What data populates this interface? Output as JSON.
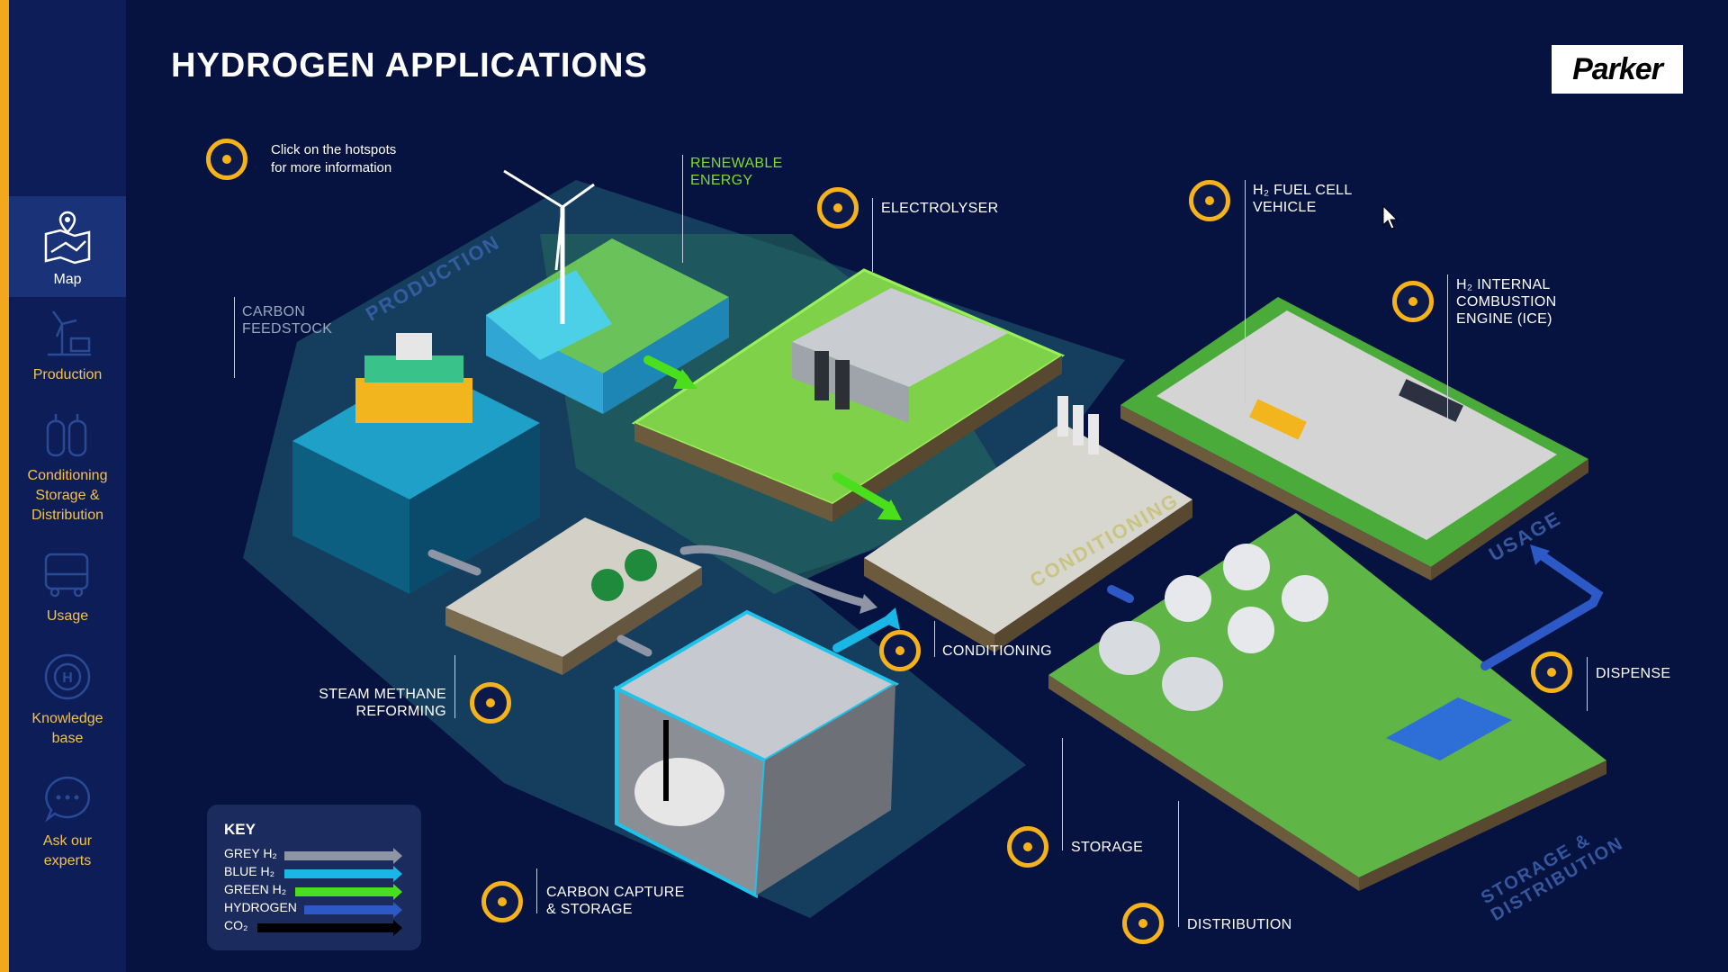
{
  "app": {
    "title": "HYDROGEN APPLICATIONS",
    "logo_text": "Parker",
    "instructions": "Click on the hotspots\nfor more information"
  },
  "sidebar": {
    "items": [
      {
        "label": "Map",
        "icon": "map-pin-icon",
        "active": true
      },
      {
        "label": "Production",
        "icon": "wind-turbine-icon",
        "active": false
      },
      {
        "label": "Conditioning\nStorage &\nDistribution",
        "icon": "gas-cylinders-icon",
        "active": false
      },
      {
        "label": "Usage",
        "icon": "bus-icon",
        "active": false
      },
      {
        "label": "Knowledge\nbase",
        "icon": "hydrogen-icon",
        "active": false
      },
      {
        "label": "Ask our\nexperts",
        "icon": "chat-bubble-icon",
        "active": false
      }
    ]
  },
  "hotspots": {
    "electrolyser": "ELECTROLYSER",
    "fuel_cell_vehicle": "H₂ FUEL CELL\nVEHICLE",
    "internal_combustion": "H₂ INTERNAL\nCOMBUSTION\nENGINE (ICE)",
    "steam_methane": "STEAM METHANE\nREFORMING",
    "conditioning": "CONDITIONING",
    "dispense": "DISPENSE",
    "storage": "STORAGE",
    "carbon_capture": "CARBON CAPTURE\n& STORAGE",
    "distribution": "DISTRIBUTION"
  },
  "static_labels": {
    "renewable_energy": "RENEWABLE\nENERGY",
    "carbon_feedstock": "CARBON\nFEEDSTOCK"
  },
  "sections": {
    "production": "PRODUCTION",
    "conditioning": "CONDITIONING",
    "usage": "USAGE",
    "storage_distribution": "STORAGE &\nDISTRIBUTION"
  },
  "key": {
    "title": "KEY",
    "items": [
      {
        "label": "GREY H₂",
        "color": "#8e96a6"
      },
      {
        "label": "BLUE H₂",
        "color": "#19b6e6"
      },
      {
        "label": "GREEN H₂",
        "color": "#4ade1c"
      },
      {
        "label": "HYDROGEN",
        "color": "#2d59c6"
      },
      {
        "label": "CO₂",
        "color": "#000000"
      }
    ]
  },
  "colors": {
    "accent": "#f6b21b",
    "background": "#06123f",
    "sidebar": "#0c1d57"
  }
}
